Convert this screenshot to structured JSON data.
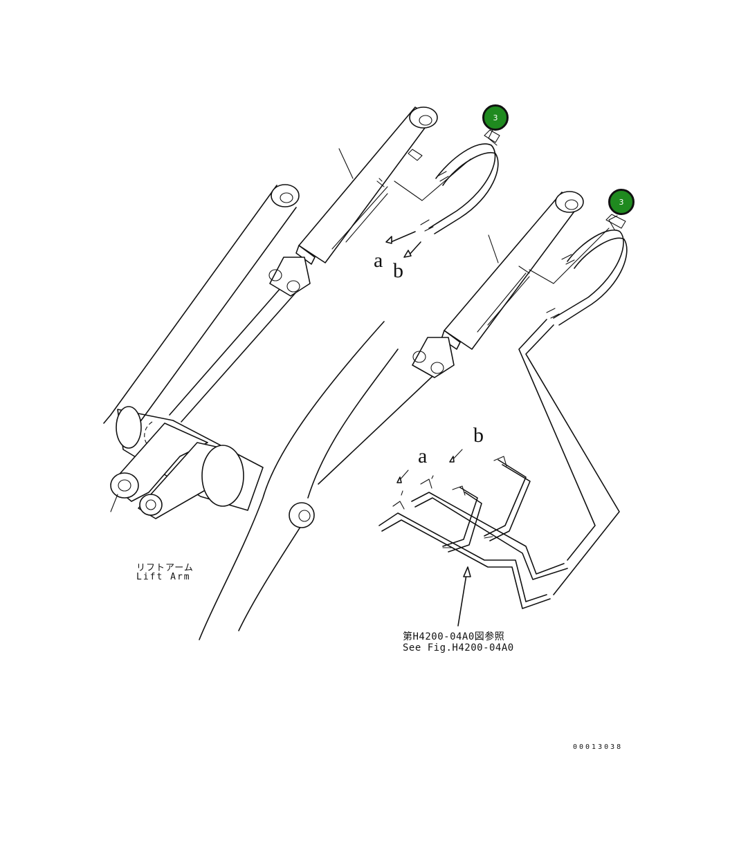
{
  "callouts": [
    {
      "number": "3"
    },
    {
      "number": "3"
    }
  ],
  "port_labels": {
    "upper_a": "a",
    "upper_b": "b",
    "lower_a": "a",
    "lower_b": "b"
  },
  "lift_arm_label": {
    "japanese": "リフトアーム",
    "english": "Lift Arm"
  },
  "reference_label": {
    "japanese": "第H4200-04A0図参照",
    "english": "See Fig.H4200-04A0"
  },
  "drawing_number": "00013038",
  "colors": {
    "callout_fill": "#1f8a1f",
    "line": "#111111",
    "background": "#ffffff"
  }
}
